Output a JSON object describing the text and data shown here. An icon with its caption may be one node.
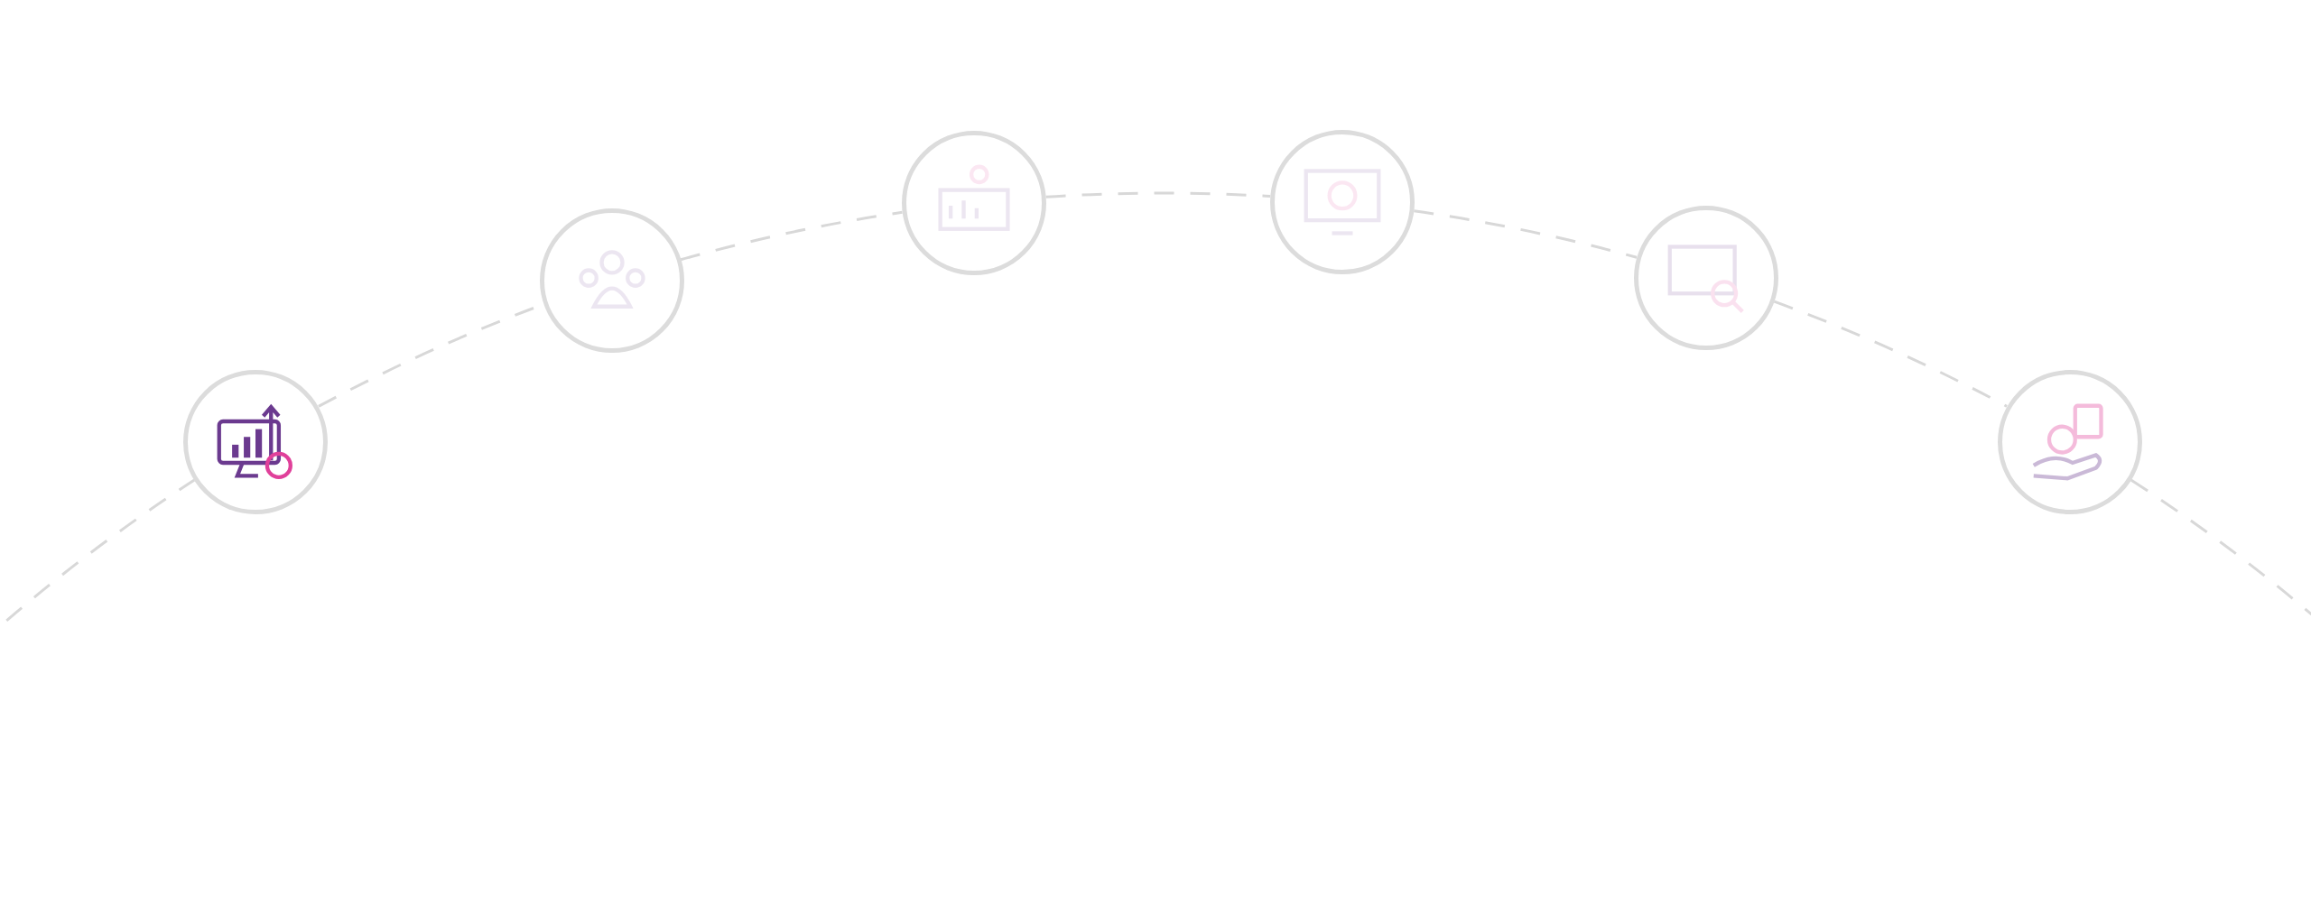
{
  "diagram": {
    "nodes": [
      {
        "text": [],
        "shape": "circle"
      },
      {
        "text": [],
        "shape": "circle"
      },
      {
        "text": [],
        "shape": "circle"
      },
      {
        "text": [],
        "shape": "circle"
      },
      {
        "text": [],
        "shape": "circle"
      },
      {
        "text": [],
        "shape": "circle"
      }
    ],
    "edges": [
      {
        "from": null,
        "to": 0,
        "arrow": "none",
        "style": "dashed"
      },
      {
        "from": 0,
        "to": 1,
        "arrow": "none",
        "style": "dashed"
      },
      {
        "from": 1,
        "to": 2,
        "arrow": "none",
        "style": "dashed"
      },
      {
        "from": 2,
        "to": 3,
        "arrow": "none",
        "style": "dashed"
      },
      {
        "from": 3,
        "to": 4,
        "arrow": "none",
        "style": "dashed"
      },
      {
        "from": 4,
        "to": 5,
        "arrow": "none",
        "style": "dashed"
      },
      {
        "from": 5,
        "to": null,
        "arrow": "none",
        "style": "dashed"
      }
    ]
  }
}
